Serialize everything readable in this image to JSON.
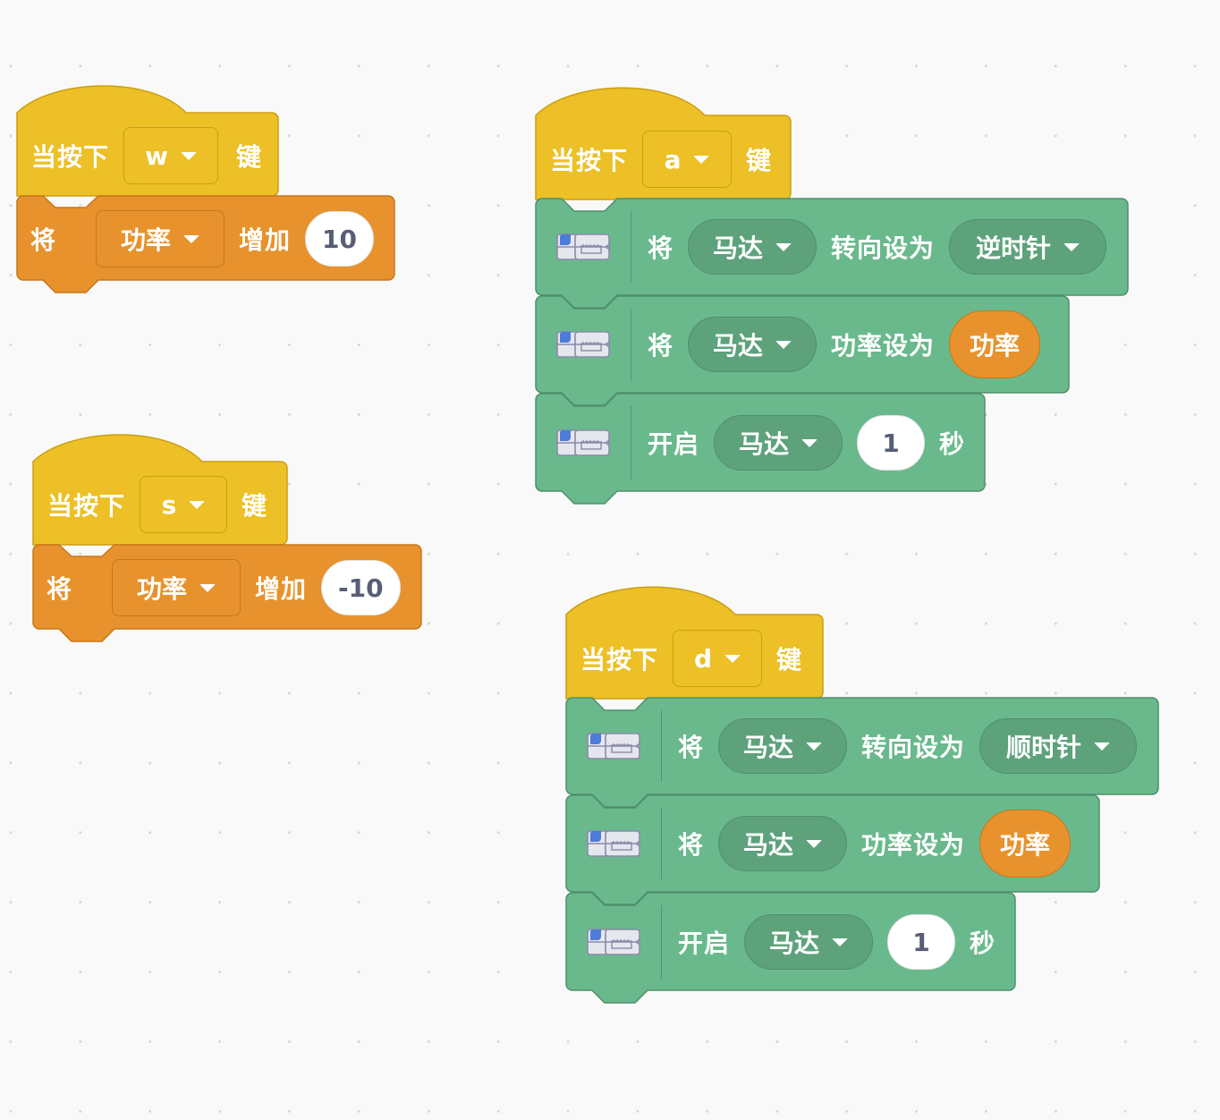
{
  "colors": {
    "background": "#f9f9f9",
    "event_block": "#ecc026",
    "event_border": "#cc9e14",
    "variable_block": "#e7922c",
    "variable_border": "#c8761a",
    "motor_block": "#6ab98d",
    "motor_border": "#4f8f6a",
    "number_text": "#575e75"
  },
  "stacks": [
    {
      "id": "w",
      "hat": {
        "prefix": "当按下",
        "key": "w",
        "suffix": "键"
      },
      "blocks": [
        {
          "type": "change_variable",
          "label_set": "将",
          "variable": "功率",
          "label_change": "增加",
          "value": "10"
        }
      ]
    },
    {
      "id": "s",
      "hat": {
        "prefix": "当按下",
        "key": "s",
        "suffix": "键"
      },
      "blocks": [
        {
          "type": "change_variable",
          "label_set": "将",
          "variable": "功率",
          "label_change": "增加",
          "value": "-10"
        }
      ]
    },
    {
      "id": "a",
      "hat": {
        "prefix": "当按下",
        "key": "a",
        "suffix": "键"
      },
      "blocks": [
        {
          "type": "set_motor_direction",
          "icon": "motor-icon",
          "label_set": "将",
          "motor": "马达",
          "label_action": "转向设为",
          "direction": "逆时针"
        },
        {
          "type": "set_motor_power",
          "icon": "motor-icon",
          "label_set": "将",
          "motor": "马达",
          "label_action": "功率设为",
          "reporter": "功率"
        },
        {
          "type": "motor_on_for",
          "icon": "motor-icon",
          "label_action": "开启",
          "motor": "马达",
          "value": "1",
          "unit": "秒"
        }
      ]
    },
    {
      "id": "d",
      "hat": {
        "prefix": "当按下",
        "key": "d",
        "suffix": "键"
      },
      "blocks": [
        {
          "type": "set_motor_direction",
          "icon": "motor-icon",
          "label_set": "将",
          "motor": "马达",
          "label_action": "转向设为",
          "direction": "顺时针"
        },
        {
          "type": "set_motor_power",
          "icon": "motor-icon",
          "label_set": "将",
          "motor": "马达",
          "label_action": "功率设为",
          "reporter": "功率"
        },
        {
          "type": "motor_on_for",
          "icon": "motor-icon",
          "label_action": "开启",
          "motor": "马达",
          "value": "1",
          "unit": "秒"
        }
      ]
    }
  ]
}
